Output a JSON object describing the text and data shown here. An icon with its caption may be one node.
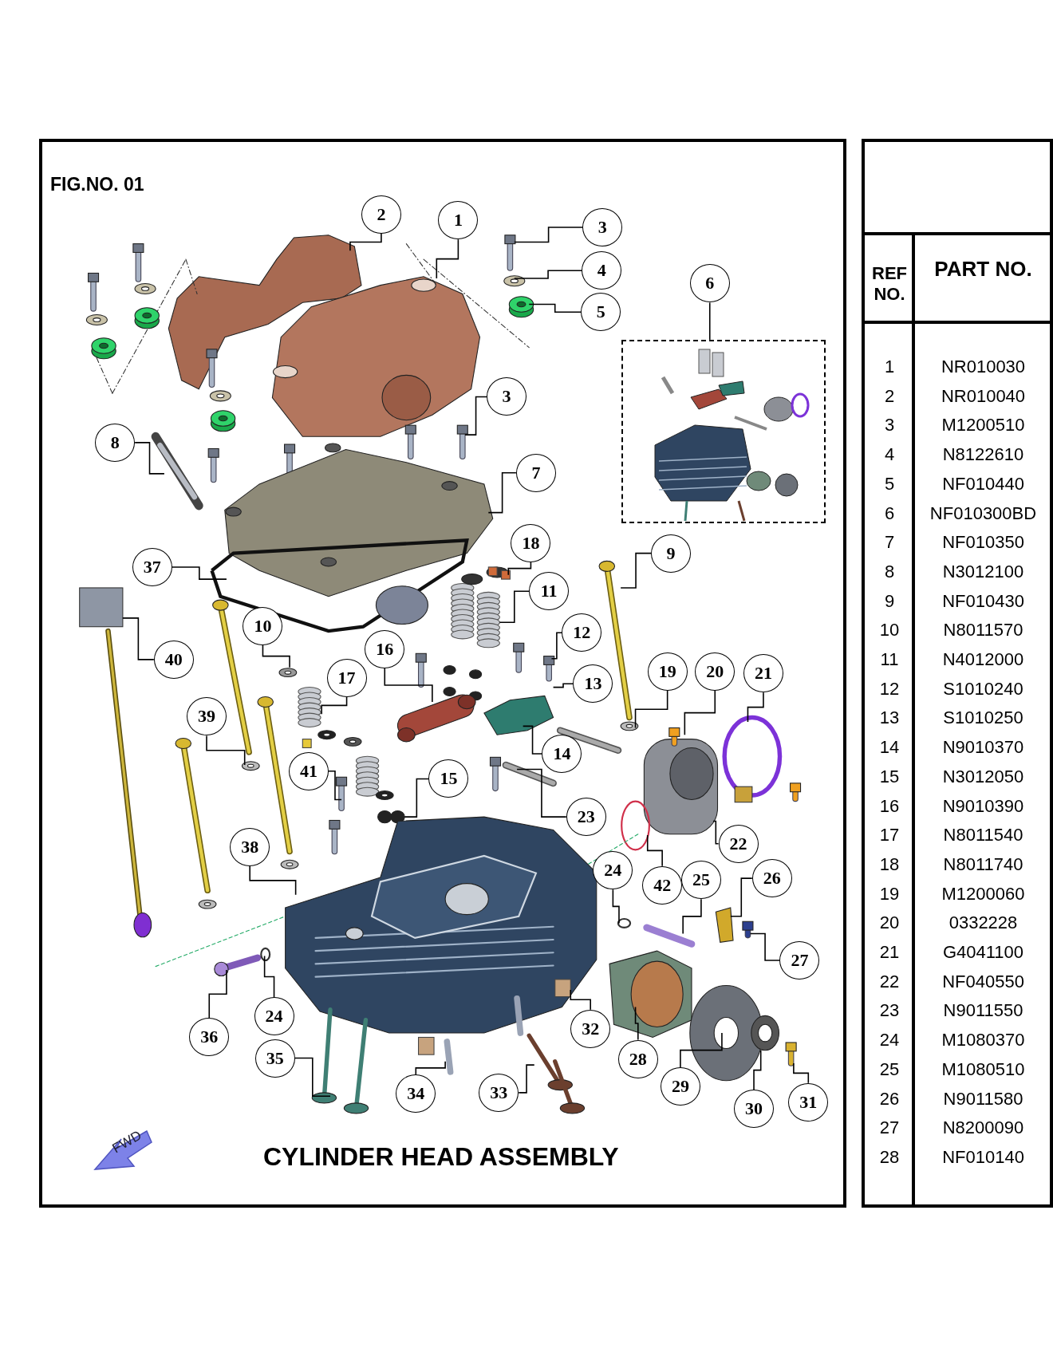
{
  "diagram": {
    "title": "CYLINDER HEAD ASSEMBLY",
    "nodes": [
      {
        "text": [
          "2"
        ]
      },
      {
        "text": [
          "1"
        ]
      },
      {
        "text": [
          "3"
        ]
      },
      {
        "text": [
          "4"
        ]
      },
      {
        "text": [
          "5"
        ]
      },
      {
        "text": [
          "6"
        ]
      },
      {
        "text": [],
        "shape": "box"
      },
      {
        "text": [
          "3"
        ]
      },
      {
        "text": [
          "7"
        ]
      },
      {
        "text": [
          "8"
        ]
      },
      {
        "text": [
          "37"
        ]
      },
      {
        "text": [
          "18"
        ]
      },
      {
        "text": [
          "11"
        ]
      },
      {
        "text": [
          "9"
        ]
      },
      {
        "text": [
          "40"
        ]
      },
      {
        "text": [
          "10"
        ]
      },
      {
        "text": [
          "12"
        ]
      },
      {
        "text": [
          "16"
        ]
      },
      {
        "text": [
          "17"
        ]
      },
      {
        "text": [
          "13"
        ]
      },
      {
        "text": [
          "19"
        ]
      },
      {
        "text": [
          "20"
        ]
      },
      {
        "text": [
          "21"
        ]
      },
      {
        "text": [
          "39"
        ]
      },
      {
        "text": [
          "14"
        ]
      },
      {
        "text": [
          "41"
        ]
      },
      {
        "text": [
          "15"
        ]
      },
      {
        "text": [
          "23"
        ]
      },
      {
        "text": [
          "22"
        ]
      },
      {
        "text": [
          "38"
        ]
      },
      {
        "text": [
          "24"
        ]
      },
      {
        "text": [
          "42"
        ]
      },
      {
        "text": [
          "25"
        ]
      },
      {
        "text": [
          "26"
        ]
      },
      {
        "text": [
          "27"
        ]
      },
      {
        "text": [
          "36"
        ]
      },
      {
        "text": [
          "24"
        ]
      },
      {
        "text": [
          "32"
        ]
      },
      {
        "text": [
          "28"
        ]
      },
      {
        "text": [
          "35"
        ]
      },
      {
        "text": [
          "29"
        ]
      },
      {
        "text": [
          "34"
        ]
      },
      {
        "text": [
          "33"
        ]
      },
      {
        "text": [
          "30"
        ]
      },
      {
        "text": [
          "31"
        ]
      }
    ],
    "edges": [
      {
        "from": 0,
        "to": null,
        "arrow": "none"
      },
      {
        "from": 1,
        "to": null,
        "arrow": "none"
      },
      {
        "from": 2,
        "to": null,
        "arrow": "none"
      },
      {
        "from": 3,
        "to": null,
        "arrow": "none"
      },
      {
        "from": 4,
        "to": null,
        "arrow": "none"
      },
      {
        "from": 5,
        "to": 6,
        "arrow": "none"
      },
      {
        "from": 7,
        "to": null,
        "arrow": "none"
      },
      {
        "from": 8,
        "to": null,
        "arrow": "none"
      },
      {
        "from": 9,
        "to": null,
        "arrow": "none"
      },
      {
        "from": 10,
        "to": null,
        "arrow": "none"
      },
      {
        "from": 11,
        "to": null,
        "arrow": "none"
      },
      {
        "from": 12,
        "to": null,
        "arrow": "none"
      },
      {
        "from": 13,
        "to": null,
        "arrow": "none"
      },
      {
        "from": 14,
        "to": null,
        "arrow": "none"
      },
      {
        "from": 15,
        "to": null,
        "arrow": "none"
      },
      {
        "from": 16,
        "to": null,
        "arrow": "none"
      },
      {
        "from": 17,
        "to": null,
        "arrow": "none"
      },
      {
        "from": 18,
        "to": null,
        "arrow": "none"
      },
      {
        "from": 19,
        "to": null,
        "arrow": "none"
      },
      {
        "from": 20,
        "to": null,
        "arrow": "none"
      },
      {
        "from": 21,
        "to": null,
        "arrow": "none"
      },
      {
        "from": 22,
        "to": null,
        "arrow": "none"
      },
      {
        "from": 23,
        "to": null,
        "arrow": "none"
      },
      {
        "from": 24,
        "to": null,
        "arrow": "none"
      },
      {
        "from": 25,
        "to": null,
        "arrow": "none"
      },
      {
        "from": 26,
        "to": null,
        "arrow": "none"
      },
      {
        "from": 27,
        "to": null,
        "arrow": "none"
      },
      {
        "from": 28,
        "to": null,
        "arrow": "none"
      },
      {
        "from": 29,
        "to": null,
        "arrow": "none"
      },
      {
        "from": 30,
        "to": null,
        "arrow": "none"
      },
      {
        "from": 31,
        "to": null,
        "arrow": "none"
      },
      {
        "from": 32,
        "to": null,
        "arrow": "none"
      },
      {
        "from": 33,
        "to": null,
        "arrow": "none"
      },
      {
        "from": 34,
        "to": null,
        "arrow": "none"
      },
      {
        "from": 35,
        "to": null,
        "arrow": "none"
      },
      {
        "from": 36,
        "to": null,
        "arrow": "none"
      },
      {
        "from": 37,
        "to": null,
        "arrow": "none"
      },
      {
        "from": 38,
        "to": null,
        "arrow": "none"
      },
      {
        "from": 39,
        "to": null,
        "arrow": "none"
      },
      {
        "from": 40,
        "to": null,
        "arrow": "none"
      },
      {
        "from": 41,
        "to": null,
        "arrow": "none"
      },
      {
        "from": 42,
        "to": null,
        "arrow": "none"
      },
      {
        "from": 43,
        "to": null,
        "arrow": "none"
      },
      {
        "from": 44,
        "to": null,
        "arrow": "none"
      }
    ],
    "labels": [
      "FIG.NO. 01",
      "FWD",
      "REF NO.",
      "PART NO.",
      "1",
      "NR010030",
      "2",
      "NR010040",
      "3",
      "M1200510",
      "4",
      "N8122610",
      "5",
      "NF010440",
      "6",
      "NF010300BD",
      "7",
      "NF010350",
      "8",
      "N3012100",
      "9",
      "NF010430",
      "10",
      "N8011570",
      "11",
      "N4012000",
      "12",
      "S1010240",
      "13",
      "S1010250",
      "14",
      "N9010370",
      "15",
      "N3012050",
      "16",
      "N9010390",
      "17",
      "N8011540",
      "18",
      "N8011740",
      "19",
      "M1200060",
      "20",
      "0332228",
      "21",
      "G4041100",
      "22",
      "NF040550",
      "23",
      "N9011550",
      "24",
      "M1080370",
      "25",
      "M1080510",
      "26",
      "N9011580",
      "27",
      "N8200090",
      "28",
      "NF010140"
    ]
  }
}
